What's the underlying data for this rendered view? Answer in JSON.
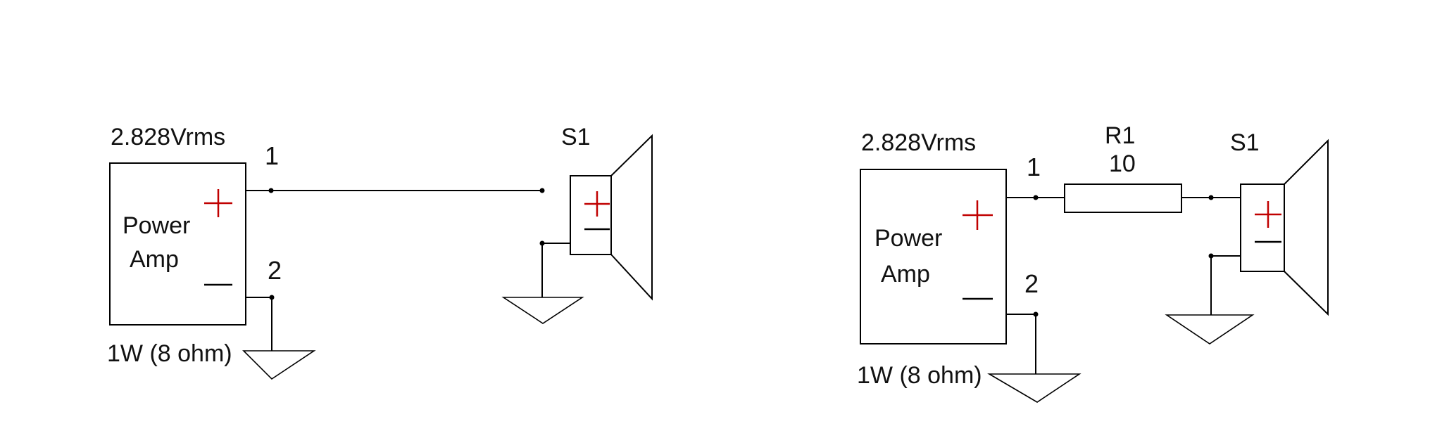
{
  "colors": {
    "line": "#000000",
    "plus_sign": "#c00000",
    "background": "#ffffff"
  },
  "circuits": [
    {
      "amp": {
        "voltage": "2.828Vrms",
        "name_line1": "Power",
        "name_line2": "Amp",
        "rating": "1W (8 ohm)",
        "pin_plus": "1",
        "pin_minus": "2"
      },
      "speaker": {
        "label": "S1"
      }
    },
    {
      "amp": {
        "voltage": "2.828Vrms",
        "name_line1": "Power",
        "name_line2": "Amp",
        "rating": "1W (8 ohm)",
        "pin_plus": "1",
        "pin_minus": "2"
      },
      "resistor": {
        "label": "R1",
        "value": "10"
      },
      "speaker": {
        "label": "S1"
      }
    }
  ]
}
